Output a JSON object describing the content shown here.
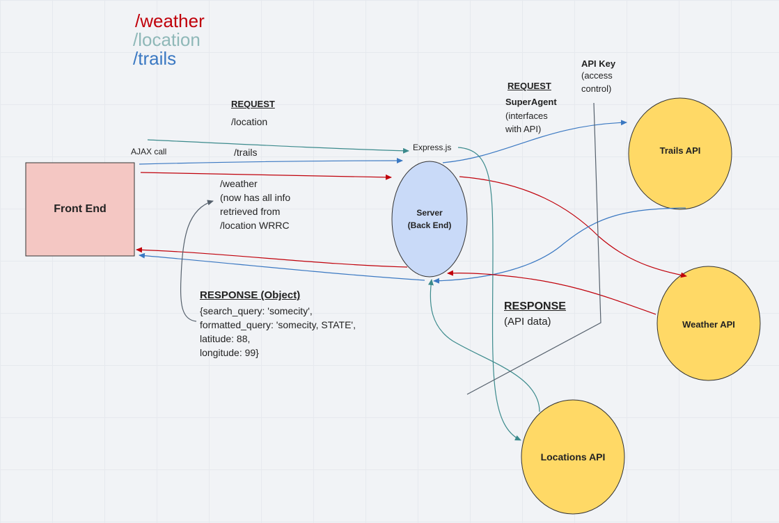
{
  "legend": {
    "weather": "/weather",
    "location": "/location",
    "trails": "/trails"
  },
  "colors": {
    "weather": "#c0000a",
    "location": "#8fb8b8",
    "trails": "#3a78c2",
    "teal": "#3b8a8c",
    "gray": "#55606c",
    "front_fill": "#f4c7c3",
    "server_fill": "#c9daf8",
    "api_fill": "#ffd966"
  },
  "request": {
    "heading": "REQUEST",
    "location": "/location",
    "trails": "/trails",
    "weather_lines": [
      "/weather",
      "(now has all info",
      "retrieved from",
      "/location WRRC"
    ]
  },
  "ajax": "AJAX call",
  "express": "Express.js",
  "superagent": {
    "heading": "REQUEST",
    "title": "SuperAgent",
    "lines": [
      "(interfaces",
      "with API)"
    ]
  },
  "apikey": {
    "title": "API Key",
    "lines": [
      "(access",
      "control)"
    ]
  },
  "response_object": {
    "heading": "RESPONSE (Object)",
    "lines": [
      "{search_query: 'somecity',",
      "formatted_query: 'somecity, STATE',",
      "latitude: 88,",
      "longitude: 99}"
    ]
  },
  "response_api": {
    "heading": "RESPONSE",
    "sub": "(API data)"
  },
  "nodes": {
    "front_end": "Front End",
    "server_line1": "Server",
    "server_line2": "(Back End)",
    "trails_api": "Trails API",
    "weather_api": "Weather API",
    "locations_api": "Locations API"
  }
}
